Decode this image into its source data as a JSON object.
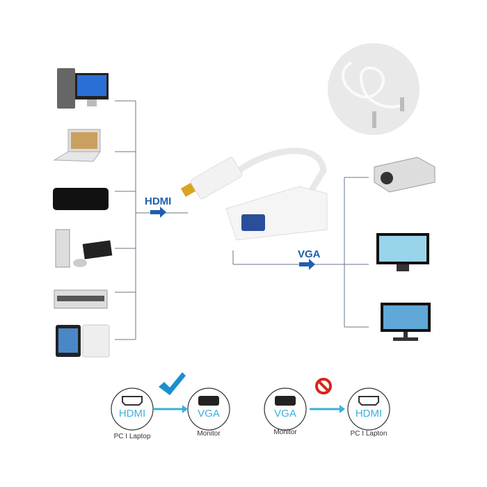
{
  "diagram": {
    "labels": {
      "hdmi": "HDMI",
      "vga": "VGA"
    },
    "sources": [
      "desktop-pc",
      "laptop",
      "media-box",
      "game-console",
      "dvd-player",
      "tablet"
    ],
    "outputs": [
      "projector",
      "monitor",
      "monitor"
    ],
    "legend": {
      "supported": {
        "from_text": "HDMI",
        "from_caption": "PC I Laptop",
        "to_text": "VGA",
        "to_caption": "Monitor",
        "status_icon": "checkmark-icon"
      },
      "unsupported": {
        "from_text": "VGA",
        "from_caption": "Monitor",
        "to_text": "HDMI",
        "to_caption": "PC I Lapton",
        "status_icon": "prohibited-icon"
      }
    },
    "colors": {
      "line": "#556677",
      "arrow": "#1e5fae",
      "legend_blue": "#3ab0dc",
      "check": "#1a8fd0",
      "no": "#d9241c"
    }
  }
}
